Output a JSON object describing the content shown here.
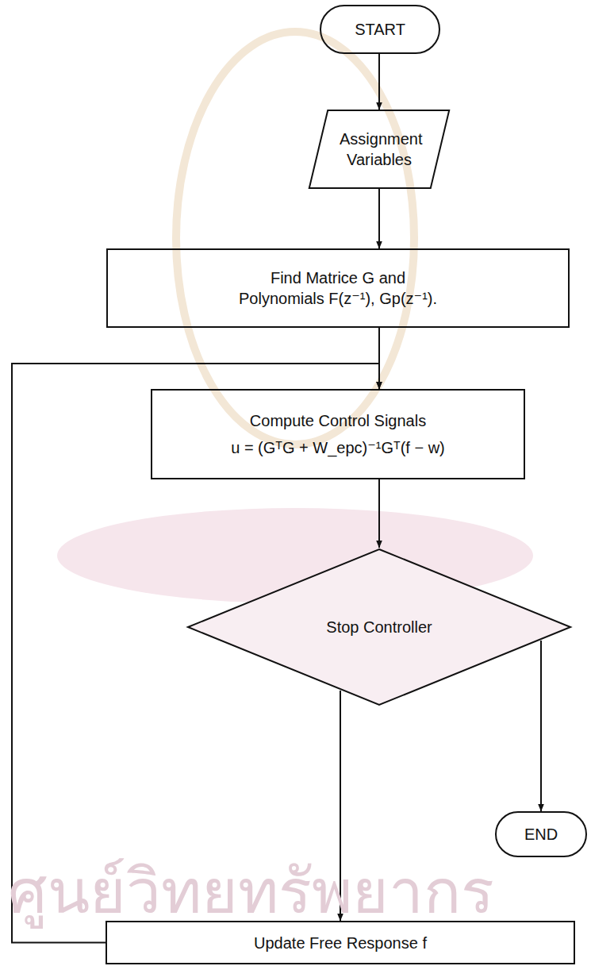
{
  "diagram": {
    "nodes": [
      {
        "text": [
          "START"
        ]
      },
      {
        "text": [
          "Assignment Variables"
        ]
      },
      {
        "text": [
          "Find Matrice G and Polynomials F(z⁻¹), Gp(z⁻¹)."
        ]
      },
      {
        "text": [
          "Compute Control Signals",
          "u = (GᵀG + W_epc)⁻¹Gᵀ(f − w)"
        ]
      },
      {
        "text": [
          "Stop Controller"
        ]
      },
      {
        "text": [
          "END"
        ]
      },
      {
        "text": [
          "Update Free Response f"
        ]
      }
    ],
    "edges": [
      {
        "from": 0,
        "to": 1,
        "arrow": "to"
      },
      {
        "from": 1,
        "to": 2,
        "arrow": "to"
      },
      {
        "from": 2,
        "to": 3,
        "arrow": "to"
      },
      {
        "from": 3,
        "to": 4,
        "arrow": "to"
      },
      {
        "from": 4,
        "to": 5,
        "arrow": "to"
      },
      {
        "from": 4,
        "to": 6,
        "arrow": "to"
      },
      {
        "from": 6,
        "to": 3,
        "arrow": "to"
      }
    ],
    "labels": [
      "ศูนย์วิทยทรัพยากร"
    ]
  }
}
